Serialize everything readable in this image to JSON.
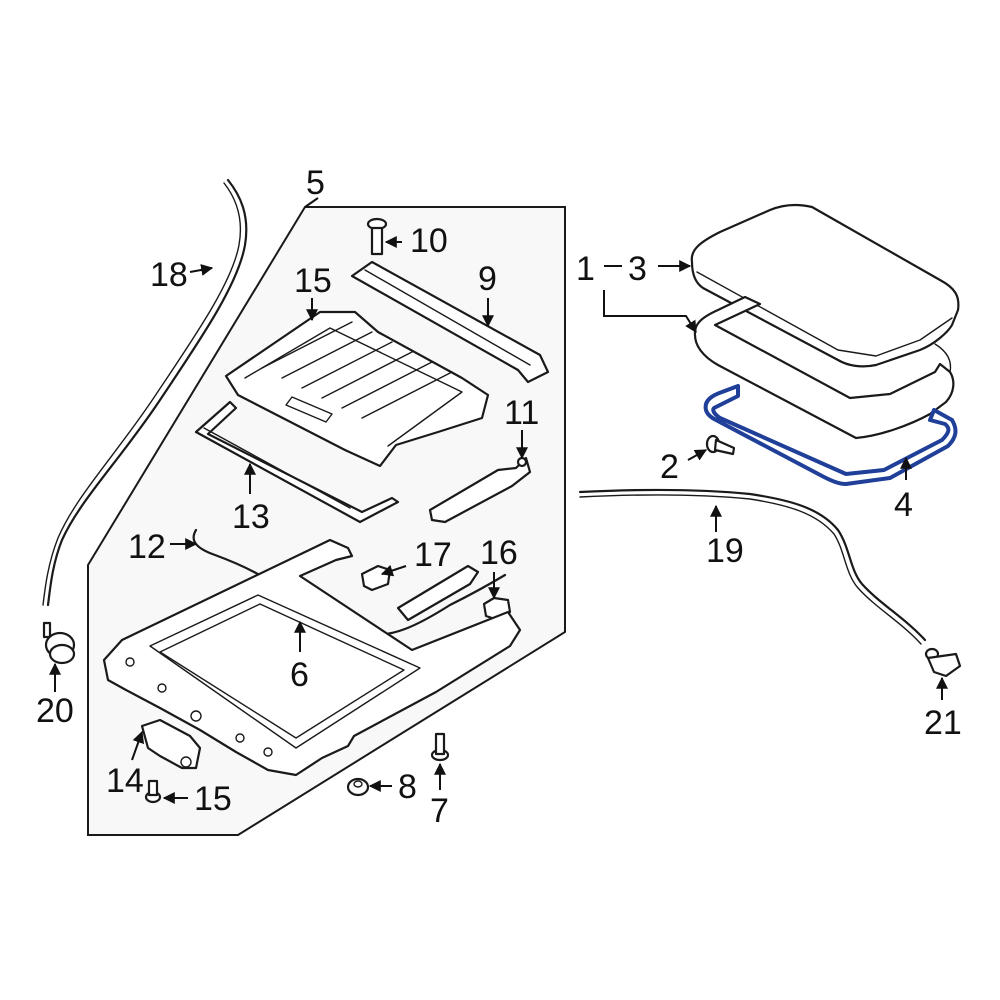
{
  "highlight_color": "#1f3f99",
  "group_bg_color": "#f8f8f8",
  "callouts": {
    "c1": "1",
    "c2": "2",
    "c3": "3",
    "c4": "4",
    "c5": "5",
    "c6": "6",
    "c7": "7",
    "c8": "8",
    "c9": "9",
    "c10": "10",
    "c11": "11",
    "c12": "12",
    "c13": "13",
    "c14": "14",
    "c15a": "15",
    "c15b": "15",
    "c16": "16",
    "c17": "17",
    "c18": "18",
    "c19": "19",
    "c20": "20",
    "c21": "21"
  }
}
